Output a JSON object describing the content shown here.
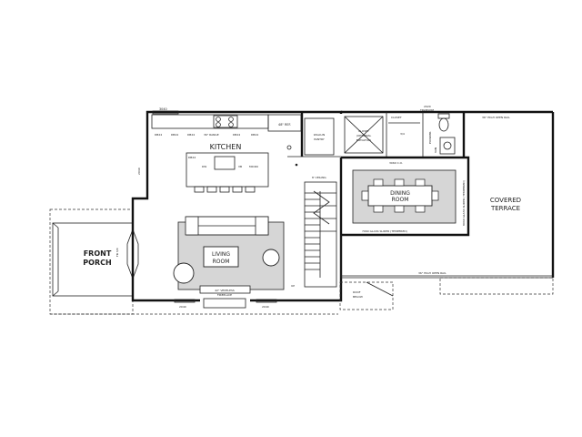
{
  "rooms": {
    "kitchen": "KITCHEN",
    "living_line1": "LIVING",
    "living_line2": "ROOM",
    "dining_line1": "DINING",
    "dining_line2": "ROOM",
    "covered_terrace_line1": "COVERED",
    "covered_terrace_line2": "TERRACE",
    "front_porch_line1": "FRONT",
    "front_porch_line2": "PORCH",
    "walkin_pantry_line1": "WALK-IN",
    "walkin_pantry_line2": "PANTRY",
    "closet_elevator_line1": "CLOSET",
    "closet_elevator_line2": "(OPTIONAL",
    "closet_elevator_line3": "ELEVATOR)",
    "closet": "CLOSET",
    "powder": "POWDER",
    "roof_below_line1": "ROOF",
    "roof_below_line2": "BELOW"
  },
  "annotations": {
    "window_top": "3040",
    "refrigerator": "48\" REF.",
    "transom_line1": "2020",
    "transom_line2": "TRANSOM",
    "open_rail_top": "36\" HIGH OPEN RAIL",
    "open_rail_bottom": "36\" HIGH OPEN RAIL",
    "ceiling": "8' CEILING",
    "closet_door": "3060 C.O.",
    "glass_slider_bottom": "7060 GLASS SLIDER (TEMPERED)",
    "glass_slider_side": "8060 GLASS SLIDER (TEMPERED)",
    "fireplace_line1": "42\" VENTLESS",
    "fireplace_line2": "FIREPLACE",
    "window_left_side": "2040",
    "window_fireplace_left": "2040",
    "window_fireplace_right": "2040",
    "fr_door": "FR 3/0",
    "dw": "DW",
    "vb": "VB",
    "micro": "MICRO",
    "db24": "DB24",
    "three_quarter": "3/4",
    "vanity": "VAN",
    "up": "UP"
  },
  "cabinets": [
    "DB24",
    "DB24",
    "DB24",
    "36\" RANGE",
    "DB24",
    "DB24"
  ]
}
